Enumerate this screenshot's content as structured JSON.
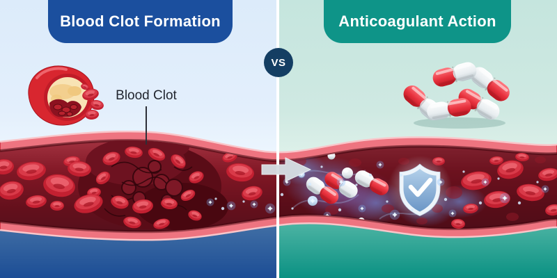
{
  "header": {
    "left_title": "Blood Clot Formation",
    "right_title": "Anticoagulant Action",
    "vs_label": "VS"
  },
  "left_panel": {
    "annotation_label": "Blood Clot"
  },
  "icons": {
    "clogged_artery": "clogged-artery-icon",
    "blood_vessel": "blood-vessel-illustration",
    "capsule_pile": "pills-icon",
    "shield_check": "shield-check-icon",
    "flow_arrow": "flow-arrow-icon"
  },
  "theme": {
    "left_bg": "#dcebfa",
    "right_bg": "#c5e5de",
    "left_badge": "#1b4f9e",
    "right_badge": "#0e9488",
    "vs_badge": "#143e63",
    "left_bottom_top": "#4b78a9",
    "left_bottom_bottom": "#1c4d95",
    "right_bottom_top": "#5dbcab",
    "right_bottom_bottom": "#0a9183",
    "divider": "#ffffff",
    "annotation_text": "#22262f",
    "vessel_wall": "#ee7480",
    "vessel_interior": "#7f1624",
    "capsule_red": "#e8323e",
    "shield_blue": "#6b96c6"
  }
}
